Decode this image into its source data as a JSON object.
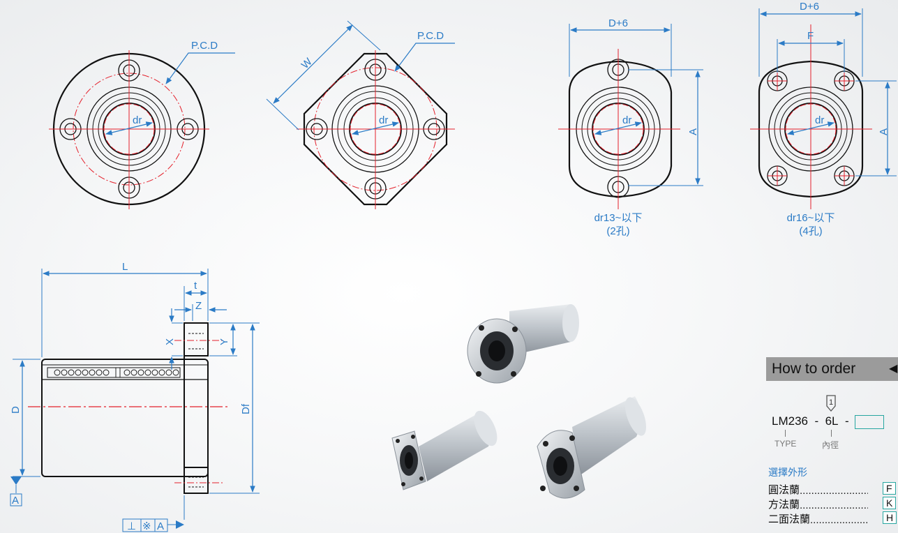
{
  "labels": {
    "pcd_round": "P.C.D",
    "pcd_square": "P.C.D",
    "w": "W",
    "dr": "dr",
    "d_plus_6": "D+6",
    "f": "F",
    "a": "A",
    "l": "L",
    "t": "t",
    "z": "Z",
    "x": "X",
    "y": "Y",
    "d": "D",
    "df": "Df",
    "datum_a": "A",
    "tol_perp": "⊥",
    "tol_val": "※",
    "tol_ref": "A"
  },
  "captions": {
    "two_hole": {
      "range": "dr13~以下",
      "holes": "(2孔)"
    },
    "four_hole": {
      "range": "dr16~以下",
      "holes": "(4孔)"
    }
  },
  "order": {
    "title": "How to order",
    "marker": "1",
    "type_code": "LM236",
    "sep": "-",
    "size_code": "6L",
    "type_label": "TYPE",
    "bore_label": "內徑",
    "section_title": "選擇外形",
    "options": [
      {
        "name": "圓法蘭",
        "dots": "...........................",
        "code": "F"
      },
      {
        "name": "方法蘭",
        "dots": "...........................",
        "code": "K"
      },
      {
        "name": "二面法蘭",
        "dots": "...........................",
        "code": "H"
      }
    ]
  },
  "colors": {
    "dimension": "#2b7bc6",
    "centerline": "#e4202b",
    "outline": "#111111",
    "header": "#9b9b9b"
  }
}
